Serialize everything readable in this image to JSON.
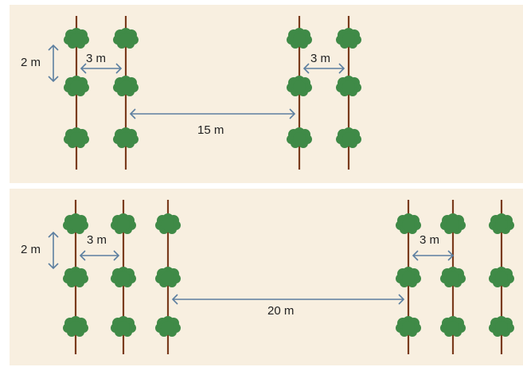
{
  "colors": {
    "panel_background": "#f8efe0",
    "trunk": "#7a3b1c",
    "foliage": "#3f8a47",
    "arrow": "#5c7fa0",
    "text": "#222222"
  },
  "icons": {
    "plant": "tree-icon",
    "dimension": "double-arrow-icon"
  },
  "layouts": [
    {
      "name": "layout-15m",
      "rows_per_group": 2,
      "plants_per_row": 3,
      "labels": {
        "in_row_spacing": "2 m",
        "row_spacing_left": "3 m",
        "row_spacing_right": "3 m",
        "alley_width": "15 m"
      }
    },
    {
      "name": "layout-20m",
      "rows_per_group": 3,
      "plants_per_row": 3,
      "labels": {
        "in_row_spacing": "2 m",
        "row_spacing_left": "3 m",
        "row_spacing_right": "3 m",
        "alley_width": "20 m"
      }
    }
  ]
}
